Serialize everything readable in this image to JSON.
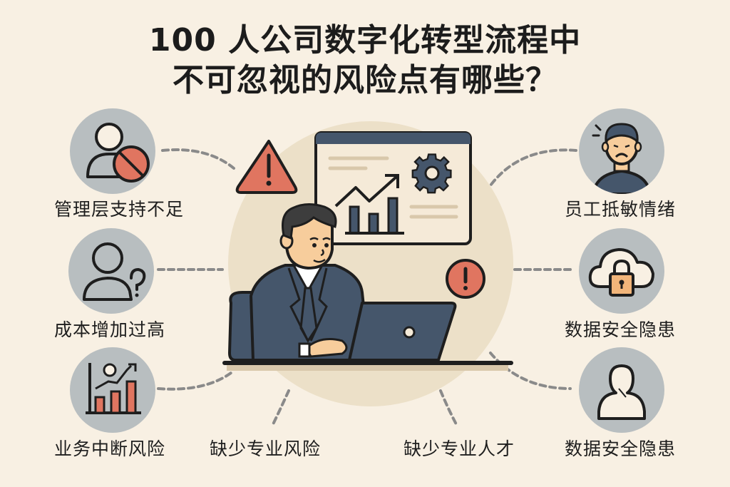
{
  "title": {
    "line1": "100 人公司数字化转型流程中",
    "line2": "不可忽视的风险点有哪些？"
  },
  "risks_left": [
    {
      "label": "管理层支持不足",
      "icon": "user-blocked-icon"
    },
    {
      "label": "成本增加过高",
      "icon": "user-question-icon"
    },
    {
      "label": "业务中断风险",
      "icon": "bar-chart-trend-icon"
    }
  ],
  "risks_bottom": [
    {
      "label": "缺少专业风险"
    },
    {
      "label": "缺少专业人才"
    }
  ],
  "risks_right": [
    {
      "label": "员工抵敏情绪",
      "icon": "unhappy-employee-icon"
    },
    {
      "label": "数据安全隐患",
      "icon": "cloud-lock-icon"
    },
    {
      "label": "数据安全隐患",
      "icon": "user-silhouette-icon"
    }
  ],
  "center": {
    "illustration": "businessman-at-laptop",
    "elements": [
      "warning-triangle-icon",
      "dashboard-window",
      "gear-icon",
      "trend-chart-icon",
      "alert-circle-icon"
    ]
  },
  "colors": {
    "background": "#f8f0e3",
    "center_circle": "#ece0c8",
    "node_circle": "#b8bec0",
    "accent_red": "#e07560",
    "navy": "#45566b",
    "skin": "#f7cd9c",
    "lock_orange": "#f1b57a",
    "dash_gray": "#8a8a8a"
  }
}
